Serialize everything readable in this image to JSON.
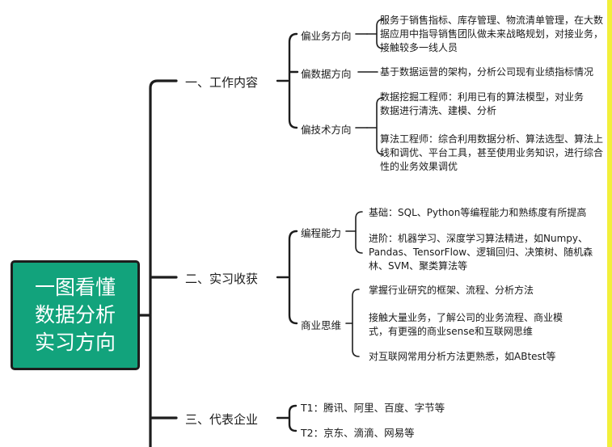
{
  "root": {
    "line1": "一图看懂",
    "line2": "数据分析",
    "line3": "实习方向"
  },
  "branches": [
    {
      "label": "一、工作内容",
      "children": [
        {
          "label": "偏业务方向",
          "leaves": [
            "服务于销售指标、库存管理、物流清单管理，在大数据应用中指导销售团队做未来战略规划，对接业务，接触较多一线人员"
          ]
        },
        {
          "label": "偏数据方向",
          "leaves": [
            "基于数据运营的架构，分析公司现有业绩指标情况"
          ]
        },
        {
          "label": "偏技术方向",
          "leaves": [
            "数据挖掘工程师：利用已有的算法模型，对业务数据进行清洗、建模、分析",
            "算法工程师：综合利用数据分析、算法选型、算法上线和调优、平台工具，甚至使用业务知识，进行综合性的业务效果调优"
          ]
        }
      ]
    },
    {
      "label": "二、实习收获",
      "children": [
        {
          "label": "编程能力",
          "leaves": [
            "基础：SQL、Python等编程能力和熟练度有所提高",
            "进阶：机器学习、深度学习算法精进，如Numpy、Pandas、TensorFlow、逻辑回归、决策树、随机森林、SVM、聚类算法等"
          ]
        },
        {
          "label": "商业思维",
          "leaves": [
            "掌握行业研究的框架、流程、分析方法",
            "接触大量业务，了解公司的业务流程、商业模式，有更强的商业sense和互联网思维",
            "对互联网常用分析方法更熟悉，如ABtest等"
          ]
        }
      ]
    },
    {
      "label": "三、代表企业",
      "children": [
        {
          "label": "T1：腾讯、阿里、百度、字节等",
          "leaves": []
        },
        {
          "label": "T2：京东、滴滴、网易等",
          "leaves": []
        }
      ]
    }
  ],
  "colors": {
    "root_fill": "#12a37c",
    "line": "#1d1d1d",
    "side_strip": "#f2ef3b"
  }
}
